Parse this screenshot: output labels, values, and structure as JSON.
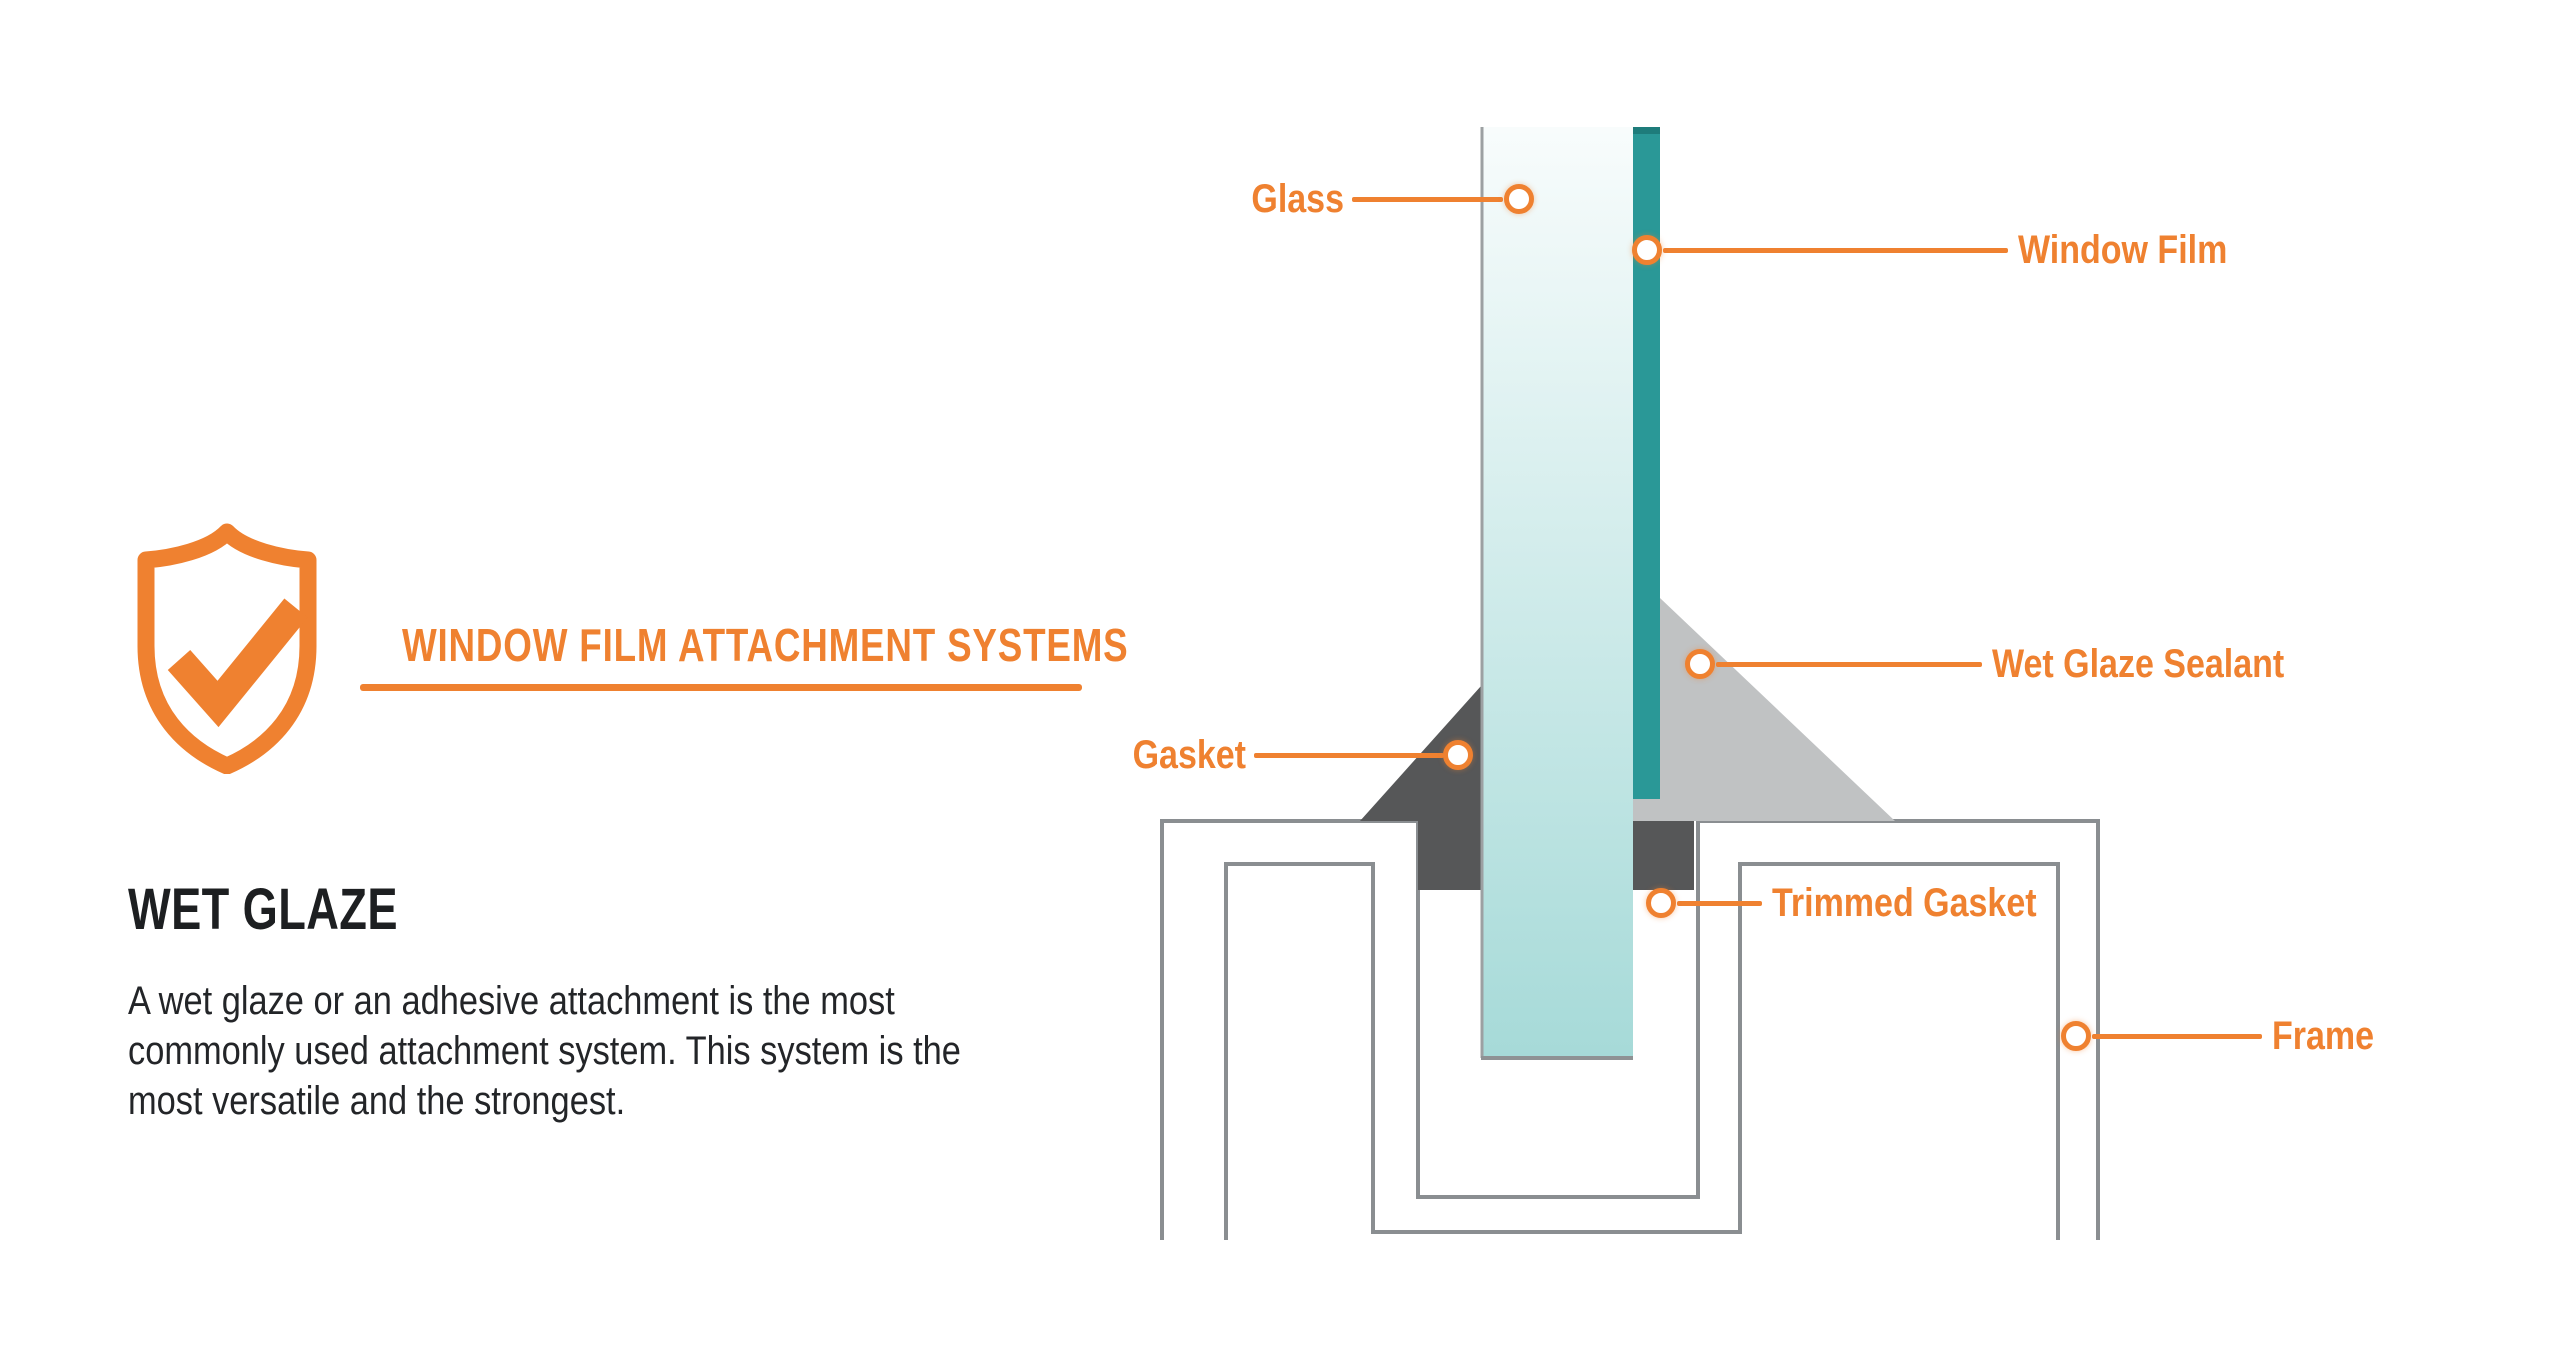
{
  "colors": {
    "accent_orange": "#EF8130",
    "film_teal": "#2A9897",
    "glass_gradient_top": "#F8FCFC",
    "glass_gradient_bottom": "#A6DAD8",
    "gasket_dark_gray": "#565758",
    "sealant_light_gray": "#C0C2C3",
    "frame_line_gray": "#8A8E91",
    "title_text": "#1D1F21",
    "body_text": "#232528"
  },
  "header": {
    "icon": "shield-check-icon",
    "title": "WINDOW FILM ATTACHMENT SYSTEMS"
  },
  "section": {
    "title": "WET GLAZE",
    "description_lines": [
      "A wet glaze or an adhesive attachment is the most",
      "commonly used attachment system. This system is the",
      "most versatile and the strongest."
    ]
  },
  "diagram": {
    "glass": {
      "label": "Glass"
    },
    "window_film": {
      "label": "Window Film"
    },
    "wet_glaze_sealant": {
      "label": "Wet Glaze Sealant"
    },
    "gasket": {
      "label": "Gasket"
    },
    "trimmed_gasket": {
      "label": "Trimmed Gasket"
    },
    "frame": {
      "label": "Frame"
    }
  }
}
